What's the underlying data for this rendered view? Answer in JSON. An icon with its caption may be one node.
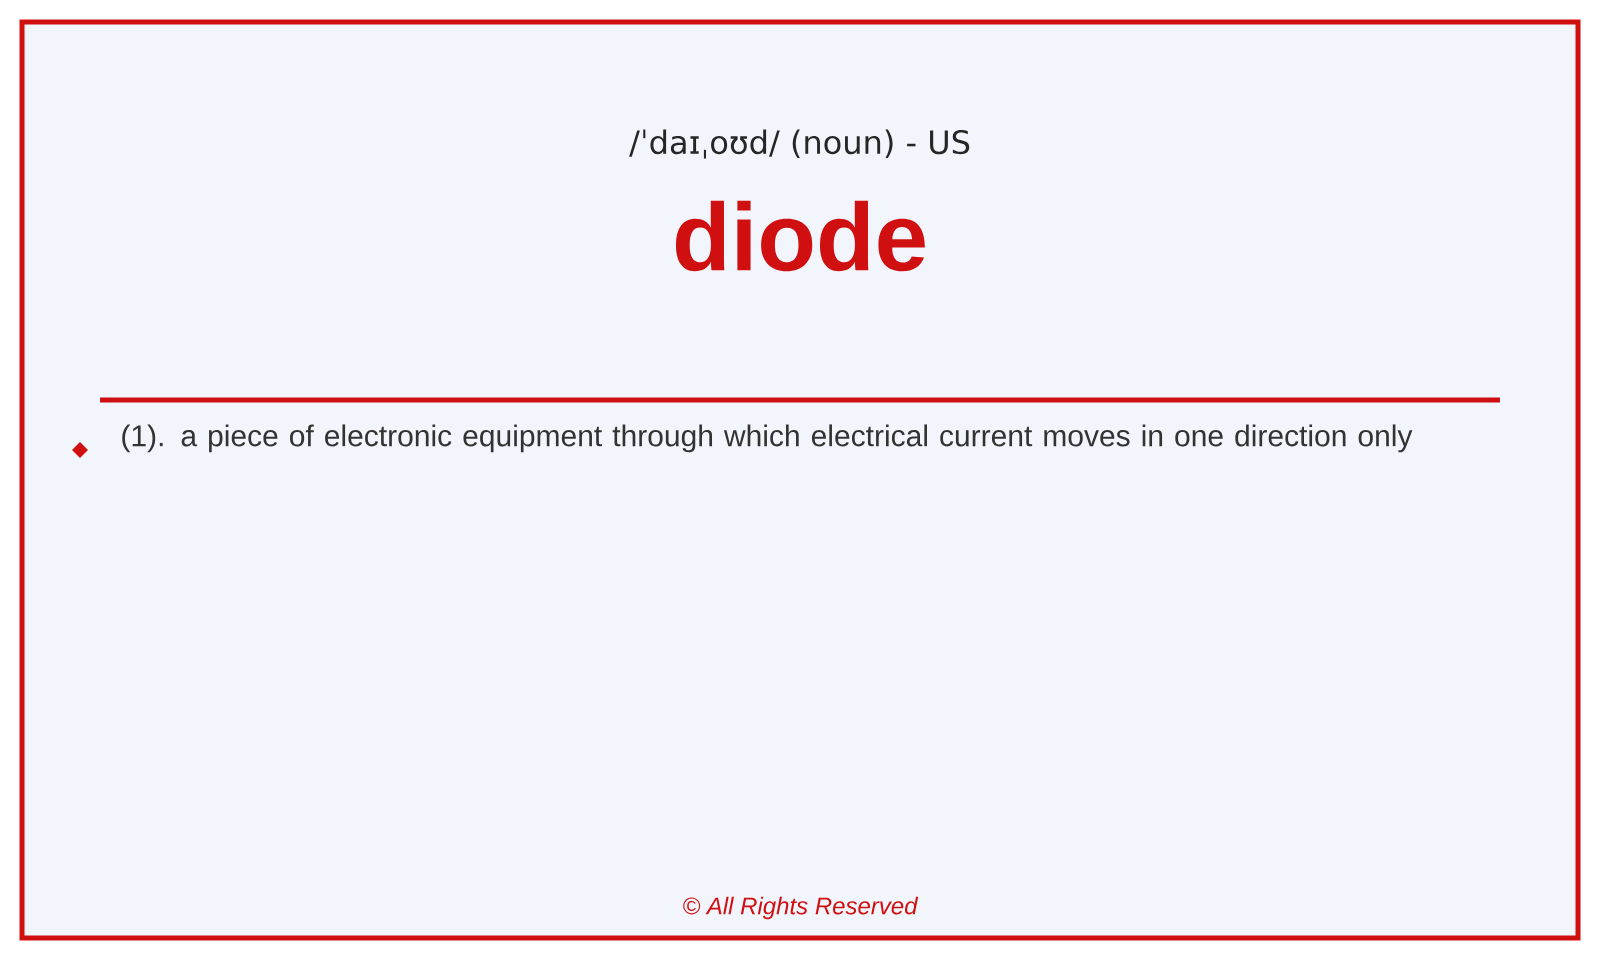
{
  "diagram": {
    "title": "diode",
    "labels": [
      "/ˈdaɪˌoʊd/ (noun) - US",
      "(1). a piece of electronic equipment through which electrical current moves in one direction only",
      "© All Rights Reserved"
    ]
  }
}
